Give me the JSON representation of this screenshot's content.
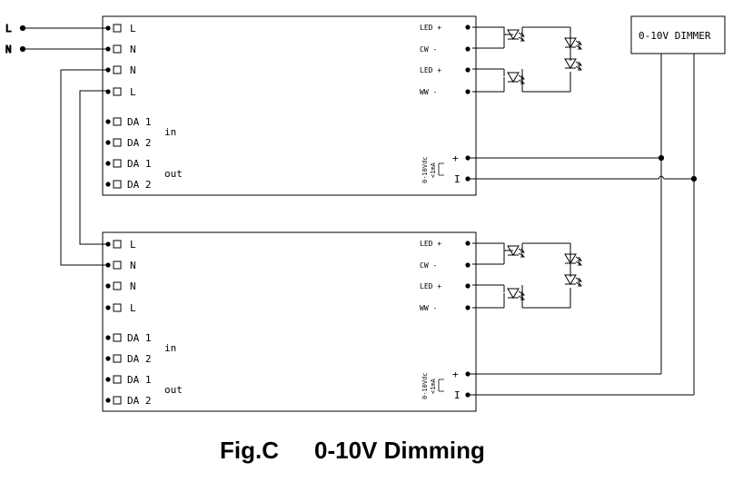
{
  "mains": {
    "line_label": "L",
    "neutral_label": "N"
  },
  "dimmer": {
    "label": "0-10V DIMMER"
  },
  "driver": {
    "left_terminals": [
      "L",
      "N",
      "N",
      "L"
    ],
    "dali_terminals": [
      "DA 1",
      "DA 2",
      "DA 1",
      "DA 2"
    ],
    "in_label": "in",
    "out_label": "out",
    "right_terminals": [
      "LED +",
      "CW -",
      "LED +",
      "WW -"
    ],
    "dim_spec": [
      "0-10Vdc",
      "<1mA"
    ],
    "dim_plus": "+",
    "dim_minus": "I"
  },
  "figure": {
    "label": "Fig.C",
    "title": "0-10V Dimming"
  }
}
